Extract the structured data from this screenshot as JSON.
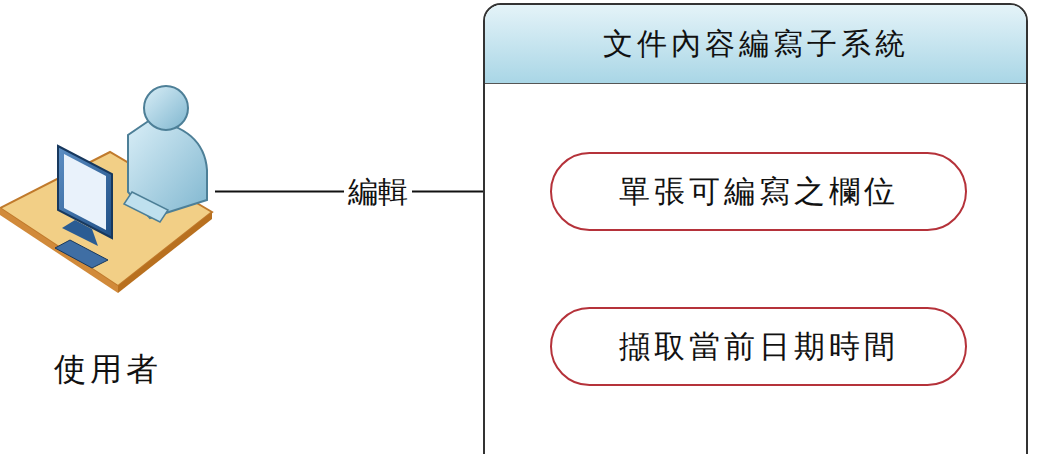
{
  "diagram": {
    "nodes": [
      {
        "text": [
          "使用者"
        ]
      },
      {
        "text": [
          "文件內容編寫子系統"
        ]
      },
      {
        "text": [
          "單張可編寫之欄位"
        ],
        "in": 1
      },
      {
        "text": [
          "擷取當前日期時間"
        ],
        "in": 1
      }
    ],
    "edges": [
      {
        "from": 0,
        "to": 2,
        "label": "編輯",
        "arrow": "to"
      }
    ]
  }
}
